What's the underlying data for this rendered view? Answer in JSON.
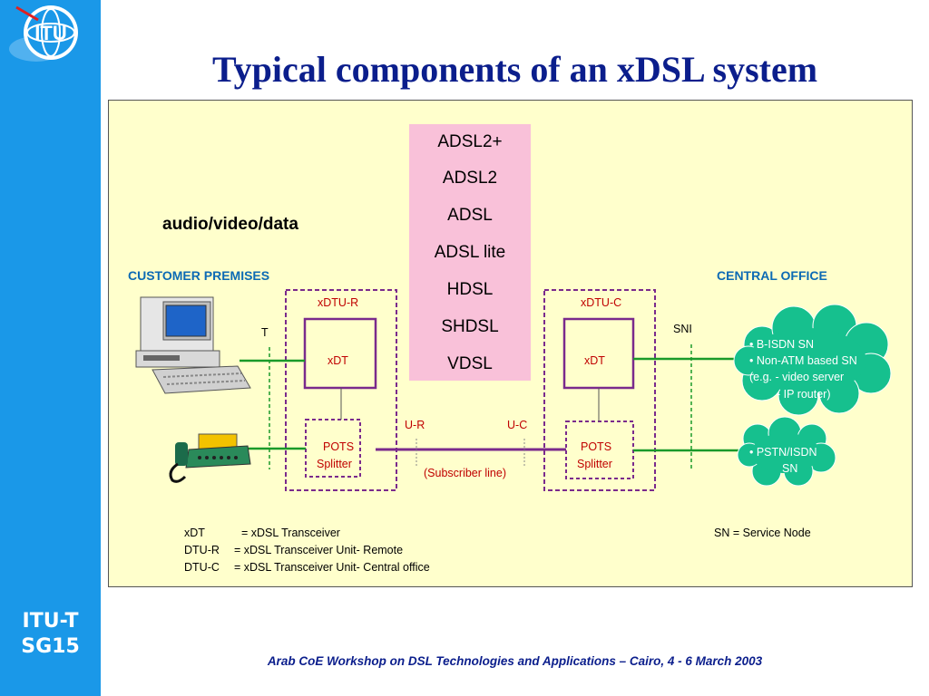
{
  "sidebar": {
    "label_line1": "ITU-T",
    "label_line2": "SG15"
  },
  "logo": {
    "text": "ITU"
  },
  "title": "Typical components of an xDSL system",
  "footer": "Arab CoE  Workshop on DSL Technologies and Applications – Cairo, 4 - 6 March 2003",
  "standards": [
    "ADSL2+",
    "ADSL2",
    "ADSL",
    "ADSL lite",
    "HDSL",
    "SHDSL",
    "VDSL"
  ],
  "labels": {
    "audio": "audio/video/data",
    "customer_premises": "CUSTOMER PREMISES",
    "central_office": "CENTRAL OFFICE",
    "xdtu_r": "xDTU-R",
    "xdtu_c": "xDTU-C",
    "xdt_left": "xDT",
    "xdt_right": "xDT",
    "pots_left_1": "POTS",
    "pots_left_2": "Splitter",
    "pots_right_1": "POTS",
    "pots_right_2": "Splitter",
    "t": "T",
    "sni": "SNI",
    "u_r": "U-R",
    "u_c": "U-C",
    "subscriber_line": "(Subscriber line)"
  },
  "clouds": {
    "top": [
      "• B-ISDN SN",
      "• Non-ATM based SN",
      "(e.g. - video server",
      "   - IP router)"
    ],
    "bottom": [
      "• PSTN/ISDN",
      "SN"
    ]
  },
  "legend": {
    "row1_term": "xDT",
    "row1_def": "= xDSL  Transceiver",
    "row2_term": "DTU-R",
    "row2_def": "=   xDSL  Transceiver Unit- Remote",
    "row3_term": "DTU-C",
    "row3_def": "=   xDSL  Transceiver Unit- Central office",
    "sn": "SN = Service Node"
  },
  "colors": {
    "sidebar": "#1a98e8",
    "title": "#0b1e8c",
    "panel": "#ffffcc",
    "standards_box": "#f9c1d9",
    "cloud": "#16c08e",
    "frame": "#7a2a8c",
    "green_line": "#1a9a2a"
  }
}
